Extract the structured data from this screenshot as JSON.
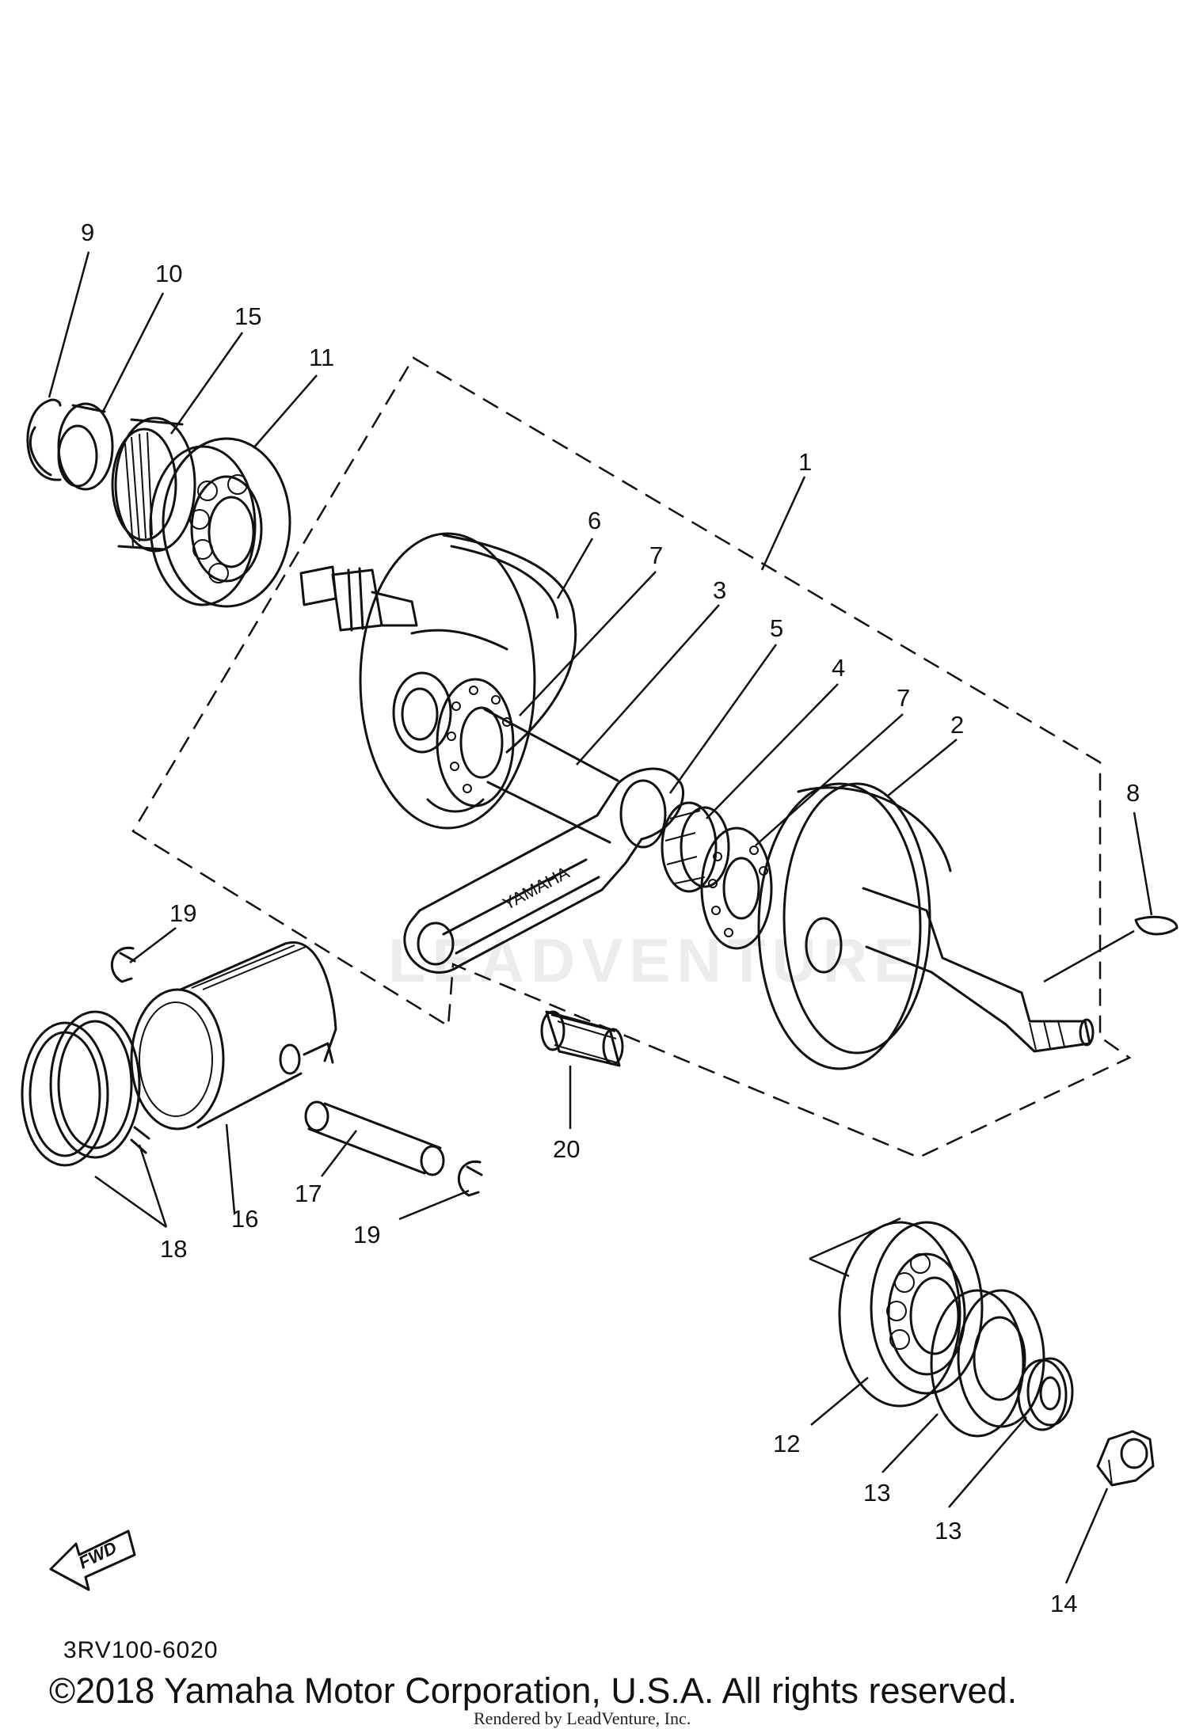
{
  "diagram": {
    "code": "3RV100-6020",
    "copyright": "©2018 Yamaha Motor Corporation, U.S.A. All rights reserved.",
    "rendered_by": "Rendered by LeadVenture, Inc.",
    "watermark": "LEADVENTURE",
    "fwd_label": "FWD",
    "rod_marking": "YAMAHA",
    "callouts": [
      "1",
      "2",
      "3",
      "4",
      "5",
      "6",
      "7",
      "7",
      "8",
      "9",
      "10",
      "11",
      "12",
      "13",
      "13",
      "14",
      "15",
      "16",
      "17",
      "18",
      "19",
      "19",
      "20"
    ]
  }
}
